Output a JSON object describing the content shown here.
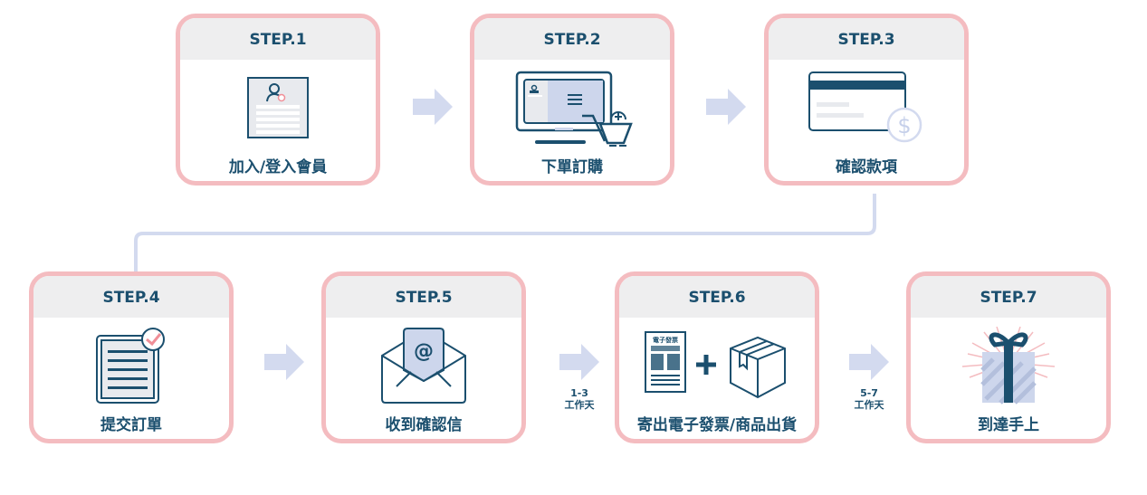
{
  "title": "購物流程",
  "colors": {
    "card_border": "#f4bcc0",
    "header_bg": "#eeeeef",
    "text": "#1b4f6e",
    "arrow": "#d3daef",
    "accent_pink": "#f08f98"
  },
  "steps": [
    {
      "step": "STEP.1",
      "label": "加入/登入會員",
      "icon": "member-register-icon"
    },
    {
      "step": "STEP.2",
      "label": "下單訂購",
      "icon": "computer-cart-icon"
    },
    {
      "step": "STEP.3",
      "label": "確認款項",
      "icon": "credit-card-dollar-icon"
    },
    {
      "step": "STEP.4",
      "label": "提交訂單",
      "icon": "document-check-icon"
    },
    {
      "step": "STEP.5",
      "label": "收到確認信",
      "icon": "email-open-icon"
    },
    {
      "step": "STEP.6",
      "label": "寄出電子發票/商品出貨",
      "icon": "invoice-box-icon",
      "invoice_title": "電子發票"
    },
    {
      "step": "STEP.7",
      "label": "到達手上",
      "icon": "gift-icon"
    }
  ],
  "durations": [
    {
      "range": "1-3",
      "unit": "工作天"
    },
    {
      "range": "5-7",
      "unit": "工作天"
    }
  ]
}
